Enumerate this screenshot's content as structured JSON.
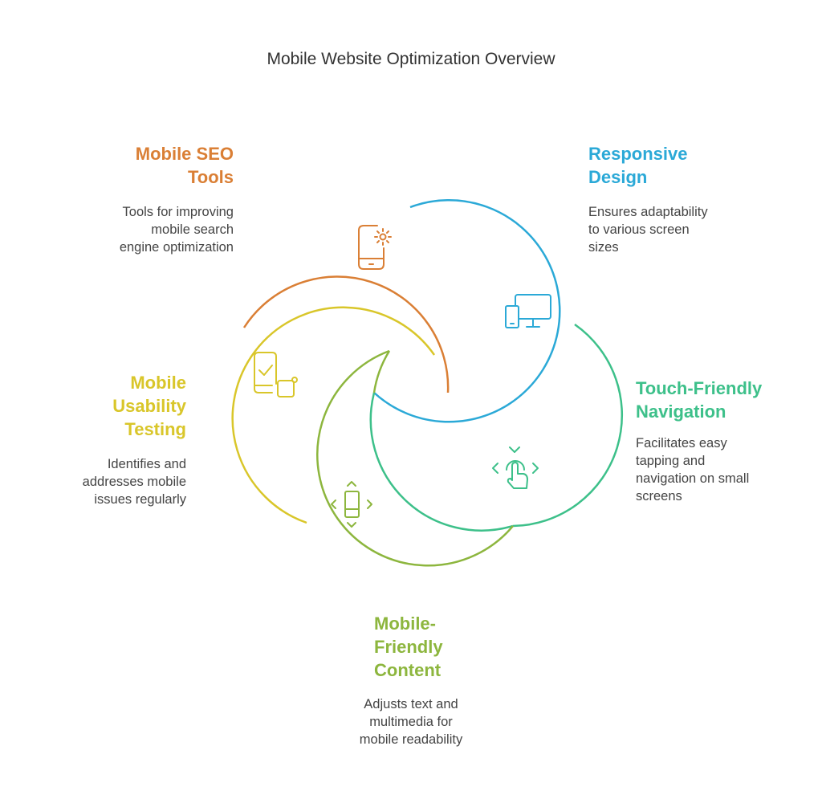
{
  "title": "Mobile Website Optimization Overview",
  "colors": {
    "seo": "#DA7F35",
    "responsive": "#2BA9D7",
    "touch": "#3DC08A",
    "content": "#8DB63E",
    "usability": "#D9C62A"
  },
  "sections": {
    "seo": {
      "heading": [
        "Mobile SEO",
        "Tools"
      ],
      "desc": [
        "Tools for improving",
        "mobile search",
        "engine optimization"
      ],
      "icon": "smartphone-gear-icon"
    },
    "responsive": {
      "heading": [
        "Responsive",
        "Design"
      ],
      "desc": [
        "Ensures adaptability",
        "to various screen",
        "sizes"
      ],
      "icon": "multi-device-icon"
    },
    "touch": {
      "heading": [
        "Touch-Friendly",
        "Navigation"
      ],
      "desc": [
        "Facilitates easy",
        "tapping and",
        "navigation on small",
        "screens"
      ],
      "icon": "tap-gesture-icon"
    },
    "content": {
      "heading": [
        "Mobile-",
        "Friendly",
        "Content"
      ],
      "desc": [
        "Adjusts text and",
        "multimedia for",
        "mobile readability"
      ],
      "icon": "resizable-phone-icon"
    },
    "usability": {
      "heading": [
        "Mobile",
        "Usability",
        "Testing"
      ],
      "desc": [
        "Identifies and",
        "addresses mobile",
        "issues regularly"
      ],
      "icon": "checklist-phone-icon"
    }
  }
}
